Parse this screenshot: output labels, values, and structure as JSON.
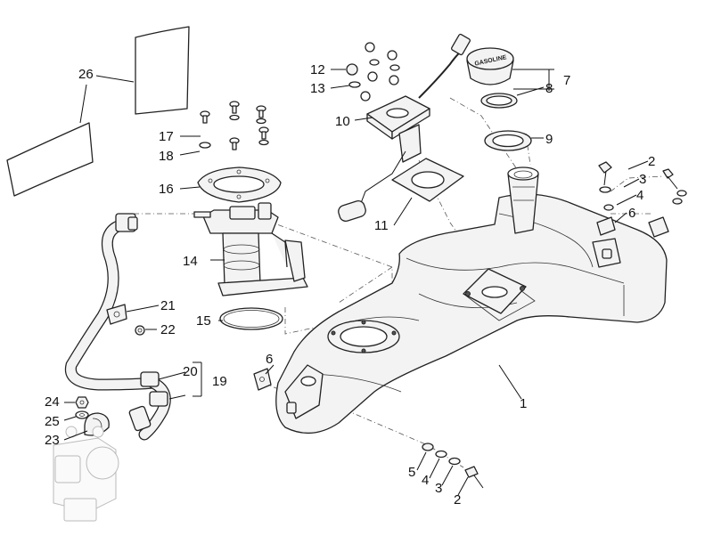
{
  "callouts": [
    {
      "id": "1",
      "label": "1"
    },
    {
      "id": "2a",
      "label": "2"
    },
    {
      "id": "2b",
      "label": "2"
    },
    {
      "id": "3a",
      "label": "3"
    },
    {
      "id": "3b",
      "label": "3"
    },
    {
      "id": "4a",
      "label": "4"
    },
    {
      "id": "4b",
      "label": "4"
    },
    {
      "id": "5",
      "label": "5"
    },
    {
      "id": "6a",
      "label": "6"
    },
    {
      "id": "6b",
      "label": "6"
    },
    {
      "id": "7",
      "label": "7"
    },
    {
      "id": "8",
      "label": "8"
    },
    {
      "id": "9",
      "label": "9"
    },
    {
      "id": "10",
      "label": "10"
    },
    {
      "id": "11",
      "label": "11"
    },
    {
      "id": "12",
      "label": "12"
    },
    {
      "id": "13",
      "label": "13"
    },
    {
      "id": "14",
      "label": "14"
    },
    {
      "id": "15",
      "label": "15"
    },
    {
      "id": "16",
      "label": "16"
    },
    {
      "id": "17",
      "label": "17"
    },
    {
      "id": "18",
      "label": "18"
    },
    {
      "id": "19",
      "label": "19"
    },
    {
      "id": "20",
      "label": "20"
    },
    {
      "id": "21",
      "label": "21"
    },
    {
      "id": "22",
      "label": "22"
    },
    {
      "id": "23",
      "label": "23"
    },
    {
      "id": "24",
      "label": "24"
    },
    {
      "id": "25",
      "label": "25"
    },
    {
      "id": "26",
      "label": "26"
    }
  ],
  "cap_marking": "GASOLINE"
}
